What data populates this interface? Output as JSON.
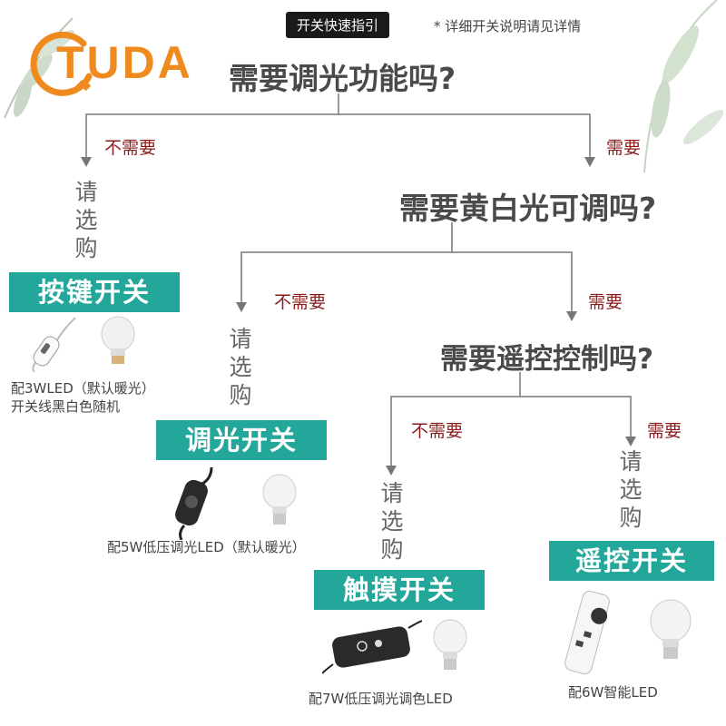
{
  "header": {
    "badge": "开关快速指引",
    "note": "* 详细开关说明请见详情",
    "logo_text": "TUDA"
  },
  "questions": {
    "q1": "需要调光功能吗?",
    "q2": "需要黄白光可调吗?",
    "q3": "需要遥控控制吗?"
  },
  "branches": {
    "no1": "不需要",
    "yes1": "需要",
    "no2": "不需要",
    "yes2": "需要",
    "no3": "不需要",
    "yes3": "需要"
  },
  "please_choose": [
    "请",
    "选",
    "购"
  ],
  "options": [
    {
      "name": "按键开关",
      "caption": [
        "配3WLED（默认暖光）",
        "开关线黑白色随机"
      ]
    },
    {
      "name": "调光开关",
      "caption": [
        "配5W低压调光LED（默认暖光）"
      ]
    },
    {
      "name": "触摸开关",
      "caption": [
        "配7W低压调光调色LED"
      ]
    },
    {
      "name": "遥控开关",
      "caption": [
        "配6W智能LED"
      ]
    }
  ],
  "colors": {
    "accent": "#22a79a",
    "branch": "#8b1a1a",
    "logo": "#ef8a1f"
  }
}
